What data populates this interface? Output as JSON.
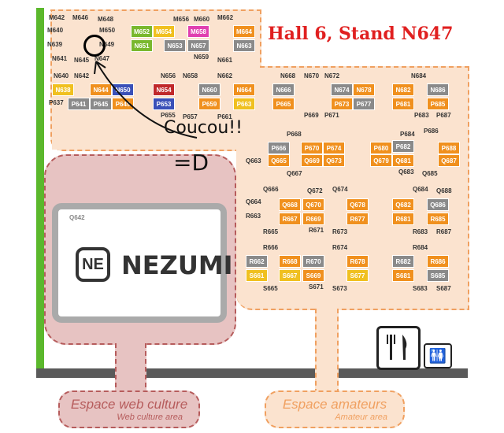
{
  "header": {
    "title": "Hall 6, Stand N647"
  },
  "annotation": {
    "handwritten_line1": "Coucou!!",
    "handwritten_line2": "=D"
  },
  "areas": {
    "web_culture": {
      "title": "Espace web culture",
      "subtitle": "Web culture area"
    },
    "amateurs": {
      "title": "Espace amateurs",
      "subtitle": "Amateur area"
    }
  },
  "nezumi": {
    "code": "Q642",
    "logo_mark": "NE",
    "name": "NEZUMI"
  },
  "facilities": {
    "restaurant_icon": "fork-knife-icon",
    "toilets_icon": "toilets-icon"
  },
  "colors": {
    "orange": "#f0901e",
    "gray": "#8a8a8a",
    "green": "#7ab82e",
    "yellow": "#f0c020",
    "magenta": "#e040b0",
    "red": "#c0282a",
    "blue": "#3a50b8",
    "pink": "#f090a0",
    "dark": "#333333",
    "highlight_circle": "#000000",
    "title_red": "#e02020"
  },
  "booths": [
    {
      "id": "M642",
      "c": "dark"
    },
    {
      "id": "M646",
      "c": "orange"
    },
    {
      "id": "M648",
      "c": "gray"
    },
    {
      "id": "M640",
      "c": "dark"
    },
    {
      "id": "M650",
      "c": "gray"
    },
    {
      "id": "N639",
      "c": "gray"
    },
    {
      "id": "N645",
      "c": "pink"
    },
    {
      "id": "N649",
      "c": "orange"
    },
    {
      "id": "N641",
      "c": "orange"
    },
    {
      "id": "N647",
      "c": "pink"
    },
    {
      "id": "M652",
      "c": "green"
    },
    {
      "id": "M654",
      "c": "yellow"
    },
    {
      "id": "M656",
      "c": "gray"
    },
    {
      "id": "M658",
      "c": "magenta"
    },
    {
      "id": "M660",
      "c": "gray"
    },
    {
      "id": "M662",
      "c": "gray"
    },
    {
      "id": "M664",
      "c": "orange"
    },
    {
      "id": "N651",
      "c": "green"
    },
    {
      "id": "N653",
      "c": "gray"
    },
    {
      "id": "N657",
      "c": "gray"
    },
    {
      "id": "N663",
      "c": "gray"
    },
    {
      "id": "N659",
      "c": "orange"
    },
    {
      "id": "N661",
      "c": "gray"
    },
    {
      "id": "N640",
      "c": "gray"
    },
    {
      "id": "N642",
      "c": "gray"
    },
    {
      "id": "N638",
      "c": "yellow"
    },
    {
      "id": "N644",
      "c": "orange"
    },
    {
      "id": "N650",
      "c": "blue"
    },
    {
      "id": "P637",
      "c": "gray"
    },
    {
      "id": "P641",
      "c": "gray"
    },
    {
      "id": "P645",
      "c": "gray"
    },
    {
      "id": "P649",
      "c": "orange"
    },
    {
      "id": "N654",
      "c": "red"
    },
    {
      "id": "N656",
      "c": "green"
    },
    {
      "id": "N658",
      "c": "gray"
    },
    {
      "id": "N660",
      "c": "gray"
    },
    {
      "id": "N662",
      "c": "orange"
    },
    {
      "id": "N664",
      "c": "orange"
    },
    {
      "id": "P653",
      "c": "blue"
    },
    {
      "id": "P659",
      "c": "orange"
    },
    {
      "id": "P663",
      "c": "yellow"
    },
    {
      "id": "P655",
      "c": "orange"
    },
    {
      "id": "P657",
      "c": "gray"
    },
    {
      "id": "P661",
      "c": "gray"
    },
    {
      "id": "N668",
      "c": "gray"
    },
    {
      "id": "N670",
      "c": "orange"
    },
    {
      "id": "N672",
      "c": "orange"
    },
    {
      "id": "N666",
      "c": "gray"
    },
    {
      "id": "N674",
      "c": "gray"
    },
    {
      "id": "N678",
      "c": "orange"
    },
    {
      "id": "P665",
      "c": "orange"
    },
    {
      "id": "P673",
      "c": "orange"
    },
    {
      "id": "P677",
      "c": "gray"
    },
    {
      "id": "P669",
      "c": "green"
    },
    {
      "id": "P671",
      "c": "orange"
    },
    {
      "id": "N684",
      "c": "gray"
    },
    {
      "id": "N682",
      "c": "orange"
    },
    {
      "id": "N686",
      "c": "gray"
    },
    {
      "id": "P681",
      "c": "orange"
    },
    {
      "id": "P685",
      "c": "orange"
    },
    {
      "id": "P683",
      "c": "blue"
    },
    {
      "id": "P687",
      "c": "orange"
    },
    {
      "id": "P668",
      "c": "dark"
    },
    {
      "id": "P666",
      "c": "gray"
    },
    {
      "id": "P670",
      "c": "orange"
    },
    {
      "id": "P674",
      "c": "orange"
    },
    {
      "id": "Q665",
      "c": "orange"
    },
    {
      "id": "Q669",
      "c": "orange"
    },
    {
      "id": "Q673",
      "c": "orange"
    },
    {
      "id": "Q663",
      "c": "gray"
    },
    {
      "id": "Q667",
      "c": "orange"
    },
    {
      "id": "P684",
      "c": "gray"
    },
    {
      "id": "P686",
      "c": "green"
    },
    {
      "id": "P680",
      "c": "orange"
    },
    {
      "id": "P682",
      "c": "gray"
    },
    {
      "id": "P688",
      "c": "orange"
    },
    {
      "id": "Q679",
      "c": "orange"
    },
    {
      "id": "Q681",
      "c": "orange"
    },
    {
      "id": "Q687",
      "c": "orange"
    },
    {
      "id": "Q683",
      "c": "gray"
    },
    {
      "id": "Q685",
      "c": "gray"
    },
    {
      "id": "Q666",
      "c": "orange"
    },
    {
      "id": "Q672",
      "c": "orange"
    },
    {
      "id": "Q674",
      "c": "orange"
    },
    {
      "id": "Q664",
      "c": "gray"
    },
    {
      "id": "Q668",
      "c": "orange"
    },
    {
      "id": "Q670",
      "c": "orange"
    },
    {
      "id": "Q678",
      "c": "orange"
    },
    {
      "id": "R663",
      "c": "dark"
    },
    {
      "id": "R667",
      "c": "orange"
    },
    {
      "id": "R669",
      "c": "orange"
    },
    {
      "id": "R677",
      "c": "orange"
    },
    {
      "id": "R665",
      "c": "gray"
    },
    {
      "id": "R671",
      "c": "orange"
    },
    {
      "id": "R673",
      "c": "orange"
    },
    {
      "id": "Q684",
      "c": "gray"
    },
    {
      "id": "Q688",
      "c": "gray"
    },
    {
      "id": "Q682",
      "c": "orange"
    },
    {
      "id": "Q686",
      "c": "gray"
    },
    {
      "id": "R681",
      "c": "orange"
    },
    {
      "id": "R685",
      "c": "orange"
    },
    {
      "id": "R683",
      "c": "gray"
    },
    {
      "id": "R687",
      "c": "orange"
    },
    {
      "id": "R666",
      "c": "gray"
    },
    {
      "id": "R674",
      "c": "orange"
    },
    {
      "id": "R662",
      "c": "gray"
    },
    {
      "id": "R668",
      "c": "orange"
    },
    {
      "id": "R670",
      "c": "gray"
    },
    {
      "id": "R678",
      "c": "orange"
    },
    {
      "id": "S661",
      "c": "yellow"
    },
    {
      "id": "S667",
      "c": "yellow"
    },
    {
      "id": "S669",
      "c": "orange"
    },
    {
      "id": "S677",
      "c": "yellow"
    },
    {
      "id": "S665",
      "c": "gray"
    },
    {
      "id": "S671",
      "c": "orange"
    },
    {
      "id": "S673",
      "c": "orange"
    },
    {
      "id": "R684",
      "c": "gray"
    },
    {
      "id": "R682",
      "c": "gray"
    },
    {
      "id": "R686",
      "c": "orange"
    },
    {
      "id": "S681",
      "c": "orange"
    },
    {
      "id": "S685",
      "c": "gray"
    },
    {
      "id": "S683",
      "c": "gray"
    },
    {
      "id": "S687",
      "c": "orange"
    }
  ]
}
